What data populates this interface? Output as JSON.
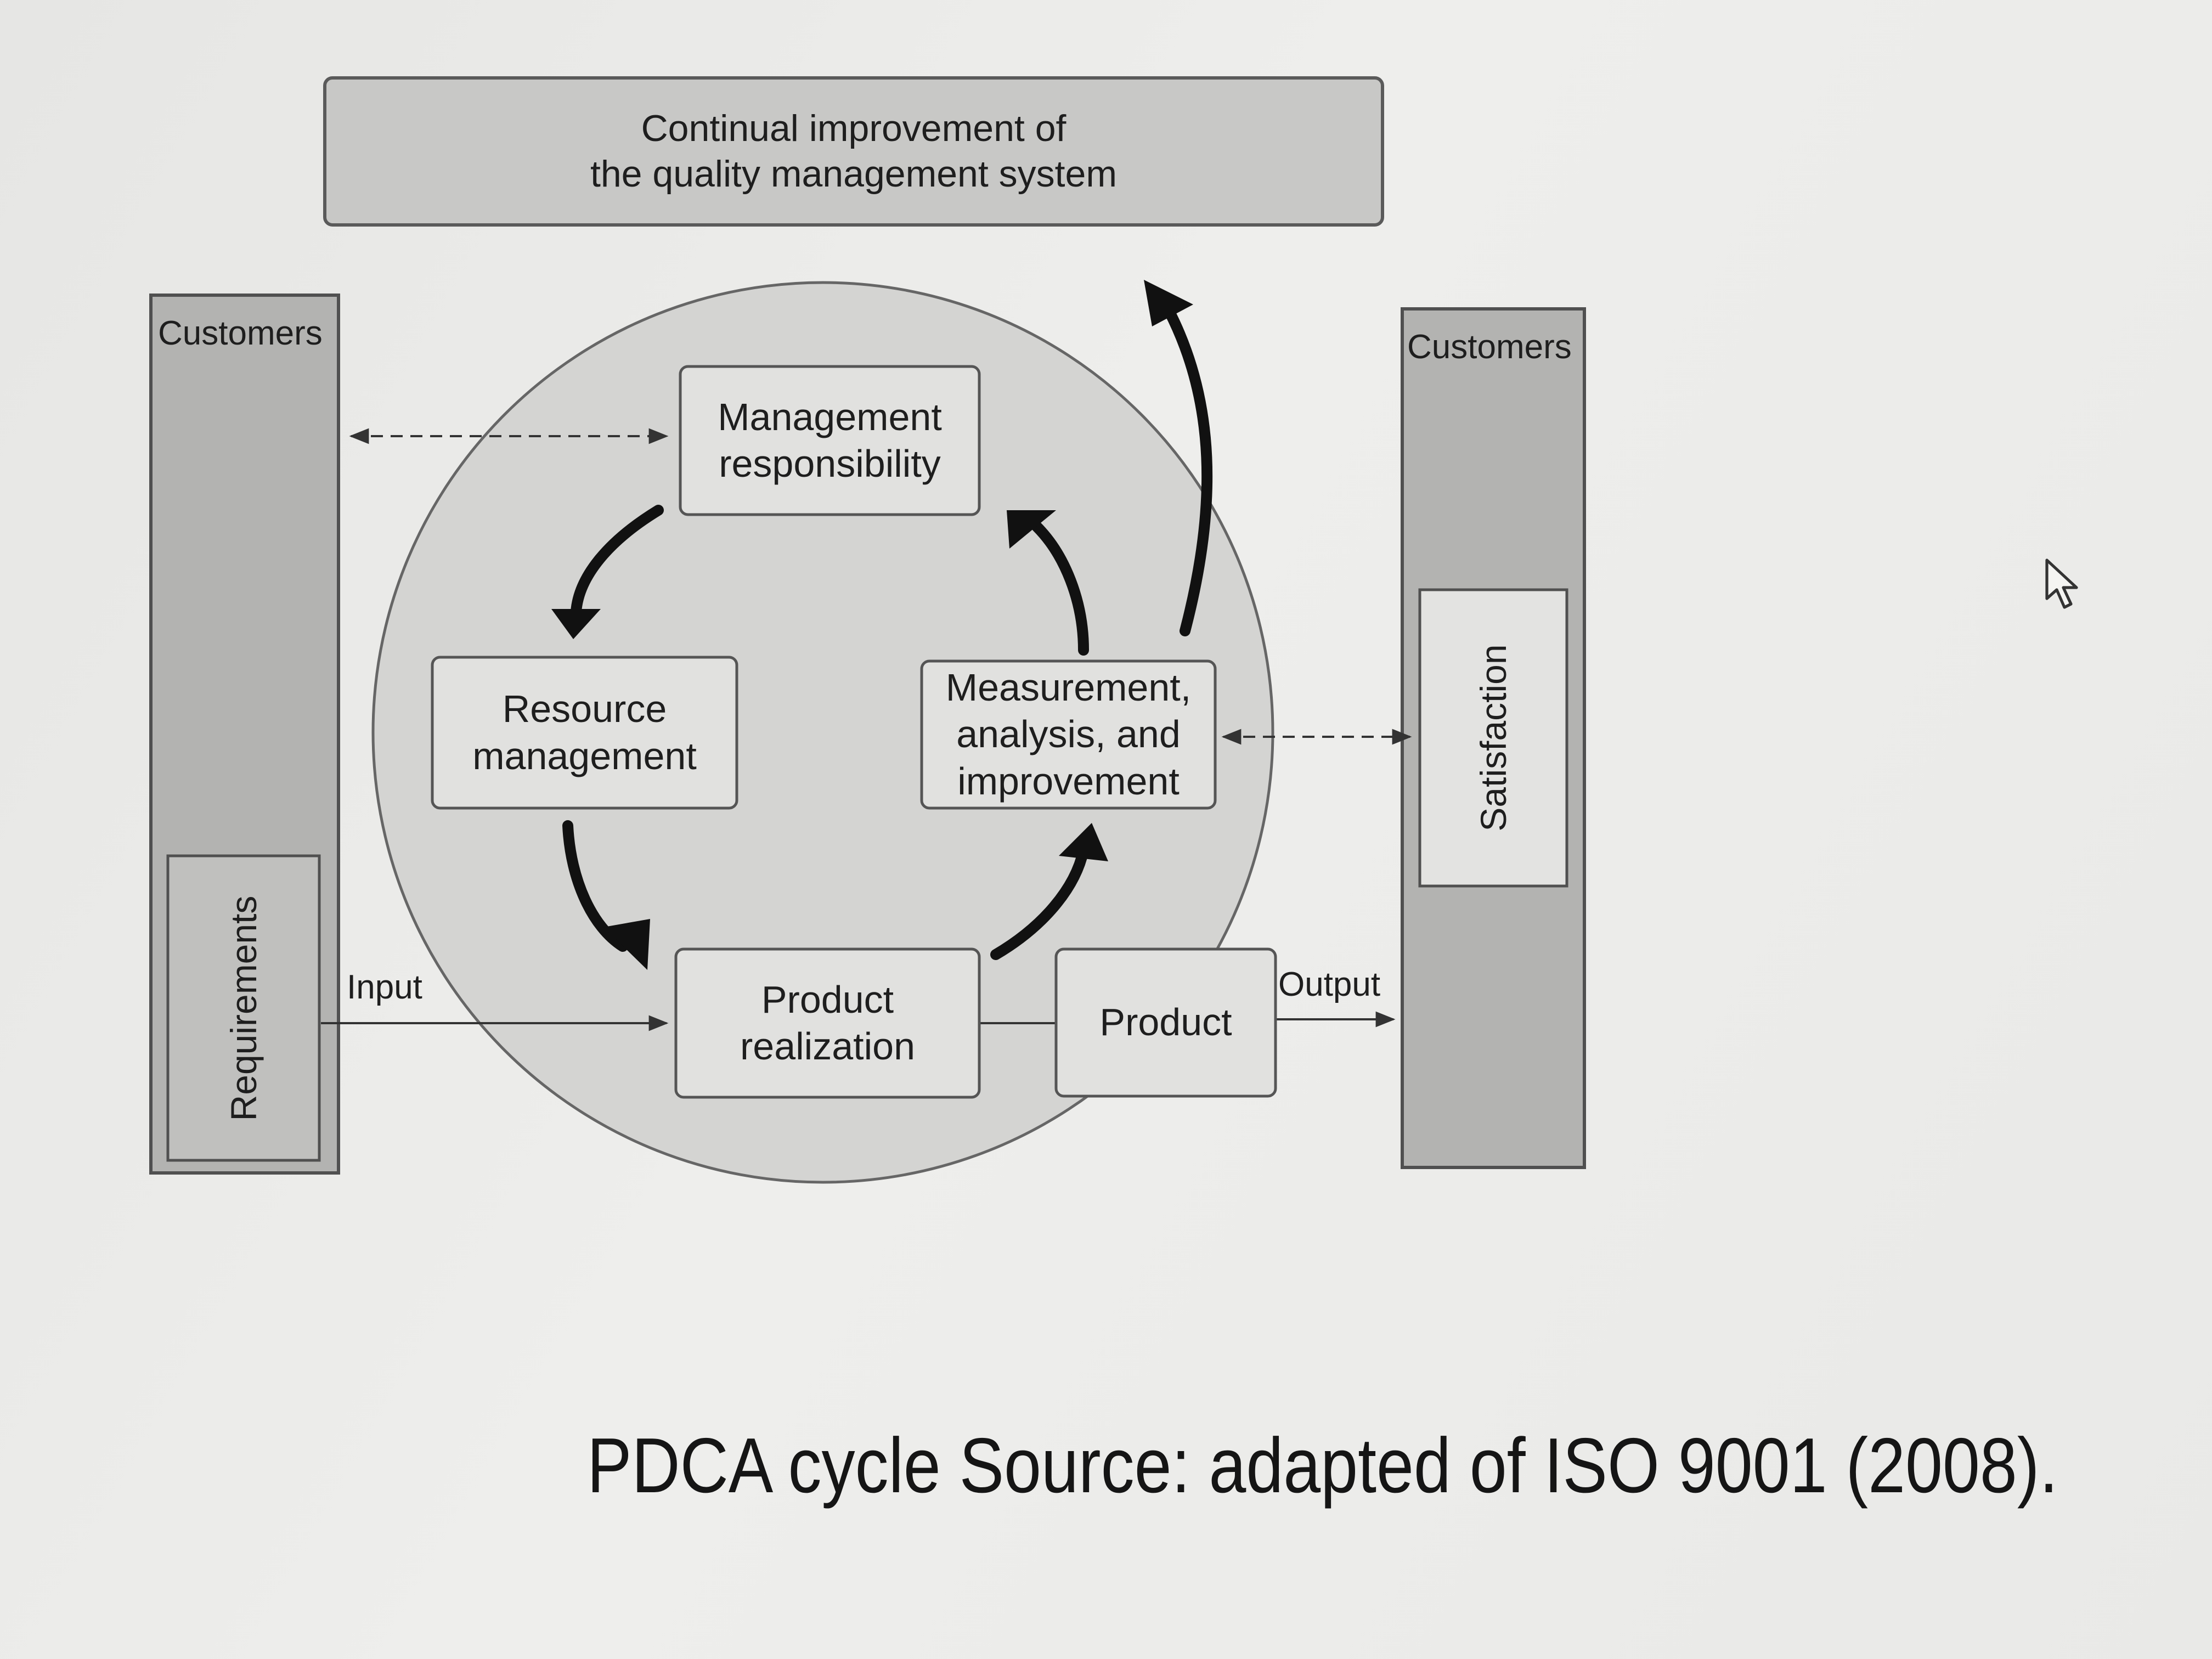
{
  "diagram": {
    "title_box": "Continual improvement of\nthe quality management system",
    "left_column": {
      "header": "Customers",
      "inner": "Requirements"
    },
    "right_column": {
      "header": "Customers",
      "inner": "Satisfaction"
    },
    "process_boxes": {
      "management": "Management\nresponsibility",
      "resource": "Resource\nmanagement",
      "measurement": "Measurement,\nanalysis, and\nimprovement",
      "realization": "Product\nrealization",
      "product": "Product"
    },
    "flow_labels": {
      "input": "Input",
      "output": "Output"
    }
  },
  "caption": "PDCA cycle Source: adapted of ISO 9001 (2008).",
  "colors": {
    "column_fill": "#b3b3b1",
    "circle_fill": "#d4d4d2",
    "box_fill": "#e1e1df",
    "stroke": "#505050",
    "arrow": "#111111"
  },
  "icons": {
    "cursor": "mouse-pointer-icon"
  }
}
